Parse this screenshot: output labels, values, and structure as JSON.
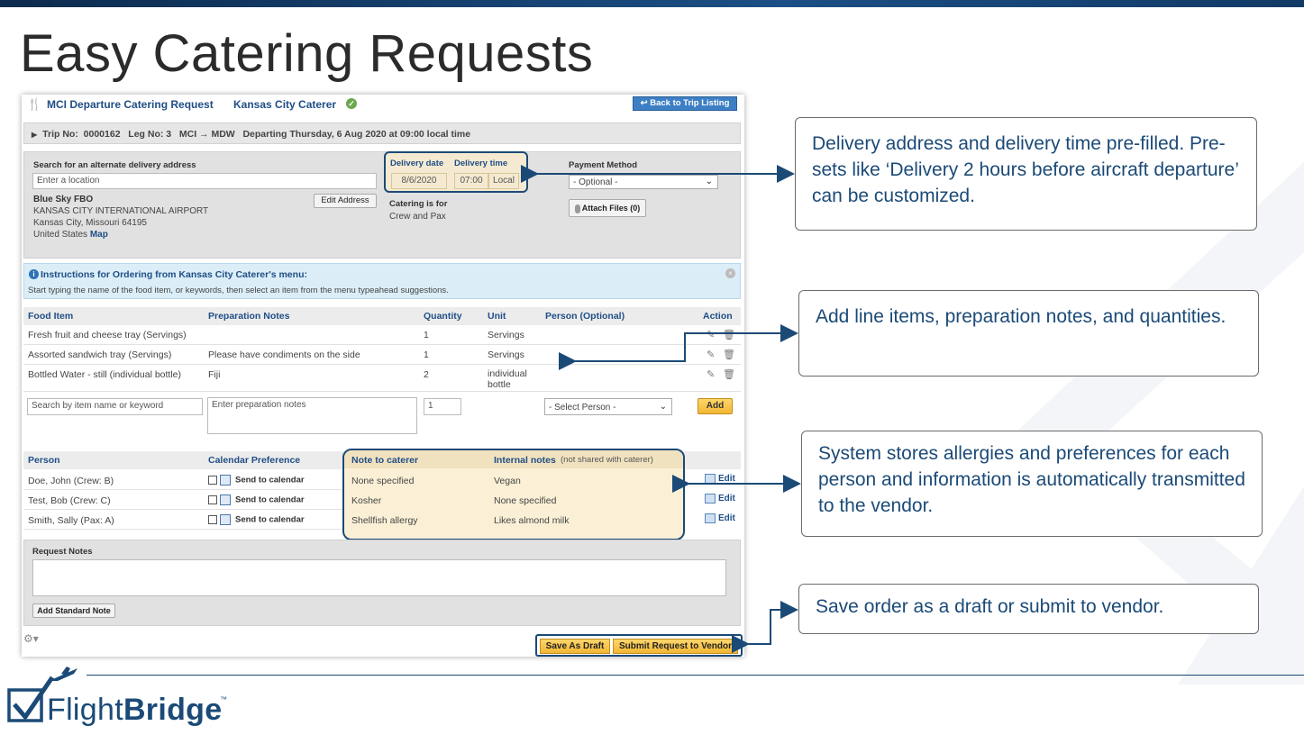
{
  "slide": {
    "title": "Easy Catering Requests"
  },
  "header": {
    "title": "MCI Departure Catering Request",
    "vendor": "Kansas City Caterer",
    "back_button": "↩ Back to Trip Listing"
  },
  "trip": {
    "summary": "Trip No:  0000162   Leg No: 3   MCI → MDW   Departing Thursday, 6 Aug 2020 at 09:00 local time"
  },
  "delivery": {
    "search_label": "Search for an alternate delivery address",
    "search_placeholder": "Enter a location",
    "fbo_name": "Blue Sky FBO",
    "address_line1": "KANSAS CITY INTERNATIONAL AIRPORT",
    "address_line2": "Kansas City, Missouri 64195",
    "country": "United States",
    "map_link": "Map",
    "edit_address": "Edit Address",
    "date_label": "Delivery date",
    "time_label": "Delivery time",
    "date_value": "8/6/2020",
    "time_value": "07:00",
    "time_zone": "Local",
    "catering_for_label": "Catering is for",
    "catering_for_value": "Crew and Pax",
    "payment_label": "Payment Method",
    "payment_value": "- Optional -",
    "attach_files": "Attach Files (0)"
  },
  "instructions": {
    "title": "Instructions for Ordering from Kansas City Caterer's menu:",
    "body": "Start typing the name of the food item, or keywords, then select an item from the menu typeahead suggestions."
  },
  "items_table": {
    "headers": [
      "Food Item",
      "Preparation Notes",
      "Quantity",
      "Unit",
      "Person (Optional)",
      "Action"
    ],
    "rows": [
      {
        "item": "Fresh fruit and cheese tray (Servings)",
        "notes": "",
        "qty": "1",
        "unit": "Servings",
        "unit2": ""
      },
      {
        "item": "Assorted sandwich tray (Servings)",
        "notes": "Please have condiments on the side",
        "qty": "1",
        "unit": "Servings",
        "unit2": ""
      },
      {
        "item": "Bottled Water - still (individual bottle)",
        "notes": "Fiji",
        "qty": "2",
        "unit": "individual",
        "unit2": "bottle"
      }
    ],
    "new_item_placeholder": "Search by item name or keyword",
    "new_notes_placeholder": "Enter preparation notes",
    "new_qty": "1",
    "person_select": "- Select Person -",
    "add_button": "Add"
  },
  "people_table": {
    "headers": {
      "person": "Person",
      "calendar": "Calendar Preference",
      "note": "Note to caterer",
      "internal": "Internal notes",
      "internal_sub": "(not shared with caterer)"
    },
    "send_label": "Send to calendar",
    "edit_label": "Edit",
    "rows": [
      {
        "person": "Doe, John (Crew: B)",
        "note": "None specified",
        "internal": "Vegan"
      },
      {
        "person": "Test, Bob (Crew: C)",
        "note": "Kosher",
        "internal": "None specified"
      },
      {
        "person": "Smith, Sally (Pax: A)",
        "note": "Shellfish allergy",
        "internal": "Likes almond milk"
      }
    ]
  },
  "request_notes": {
    "label": "Request Notes",
    "add_standard": "Add Standard Note"
  },
  "footer": {
    "save_draft": "Save As Draft",
    "submit": "Submit Request to Vendor"
  },
  "callouts": [
    "Delivery address and delivery time pre-filled. Pre-sets like ‘Delivery 2 hours before aircraft departure’ can be customized.",
    "Add line items, preparation notes, and quantities.",
    "System stores allergies and preferences for each person and information is automatically transmitted to the vendor.",
    "Save order as a draft or submit to vendor."
  ],
  "logo": {
    "light": "Flight",
    "bold": "Bridge",
    "tm": "™"
  },
  "colors": {
    "brand": "#1b4a77",
    "link": "#1f4e86",
    "highlight": "#f5ead1",
    "button": "#f2b633"
  }
}
